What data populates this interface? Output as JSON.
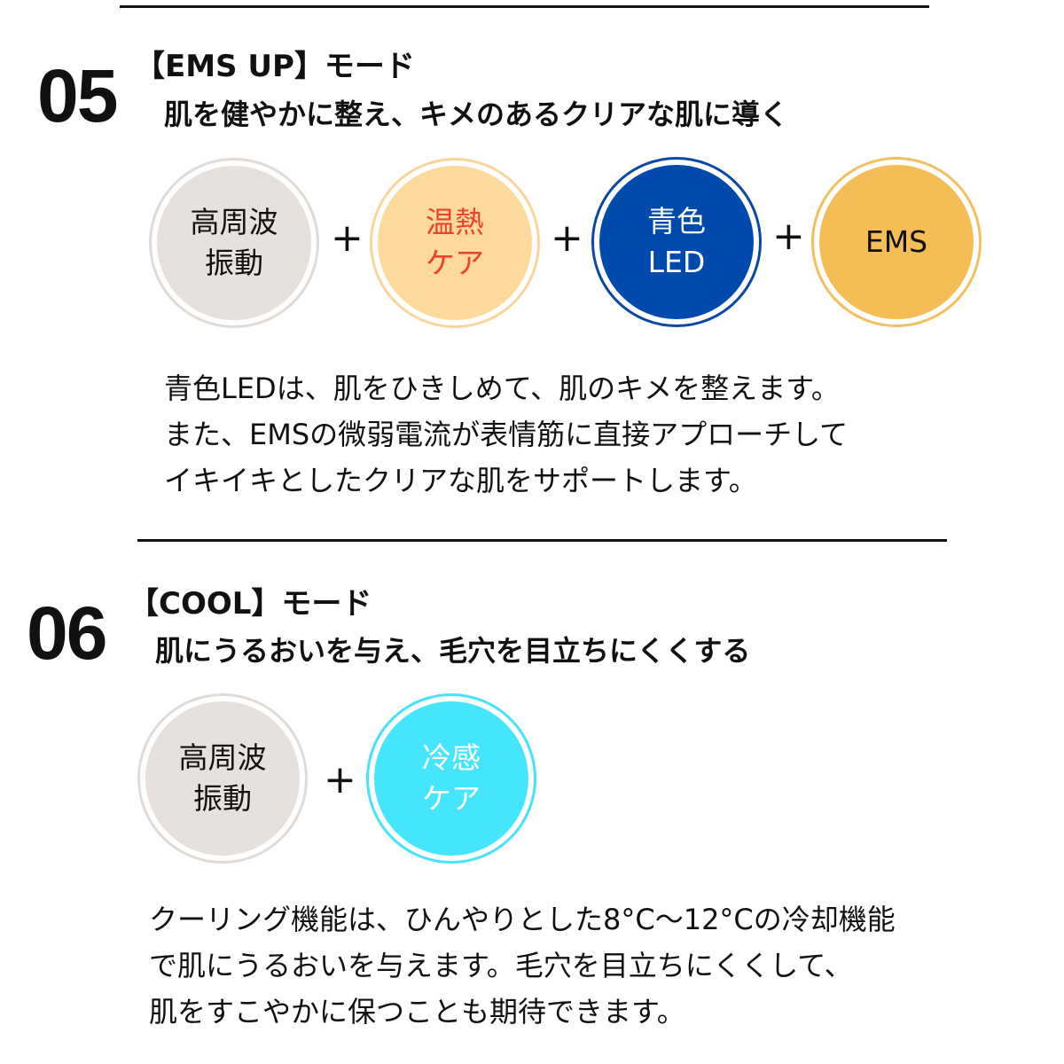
{
  "sections": [
    {
      "number": "05",
      "title": "【EMS UP】モード",
      "subtitle": "肌を健やかに整え、キメのあるクリアな肌に導く",
      "circles": [
        {
          "line1": "高周波",
          "line2": "振動",
          "fill": "#e6e1dc",
          "border": "#e0dbd6",
          "text": "#111111"
        },
        {
          "line1": "温熱",
          "line2": "ケア",
          "fill": "#fdd99b",
          "border": "#f8d59a",
          "text": "#f0402e"
        },
        {
          "line1": "青色",
          "line2": "LED",
          "fill": "#004aad",
          "border": "#0a48a8",
          "text": "#ffffff"
        },
        {
          "line1": "EMS",
          "line2": "",
          "fill": "#f4bd55",
          "border": "#f2c060",
          "text": "#111111"
        }
      ],
      "plus": "+",
      "body": [
        "青色LEDは、肌をひきしめて、肌のキメを整えます。",
        "また、EMSの微弱電流が表情筋に直接アプローチして",
        "イキイキとしたクリアな肌をサポートします。"
      ]
    },
    {
      "number": "06",
      "title": "【COOL】モード",
      "subtitle": "肌にうるおいを与え、毛穴を目立ちにくくする",
      "circles": [
        {
          "line1": "高周波",
          "line2": "振動",
          "fill": "#e6e1dc",
          "border": "#e0dbd6",
          "text": "#111111"
        },
        {
          "line1": "冷感",
          "line2": "ケア",
          "fill": "#45e6fd",
          "border": "#45e2fb",
          "text": "#ffffff"
        }
      ],
      "plus": "+",
      "body": [
        "クーリング機能は、ひんやりとした8°C〜12°Cの冷却機能",
        "で肌にうるおいを与えます。毛穴を目立ちにくくして、",
        "肌をすこやかに保つことも期待できます。"
      ]
    }
  ]
}
